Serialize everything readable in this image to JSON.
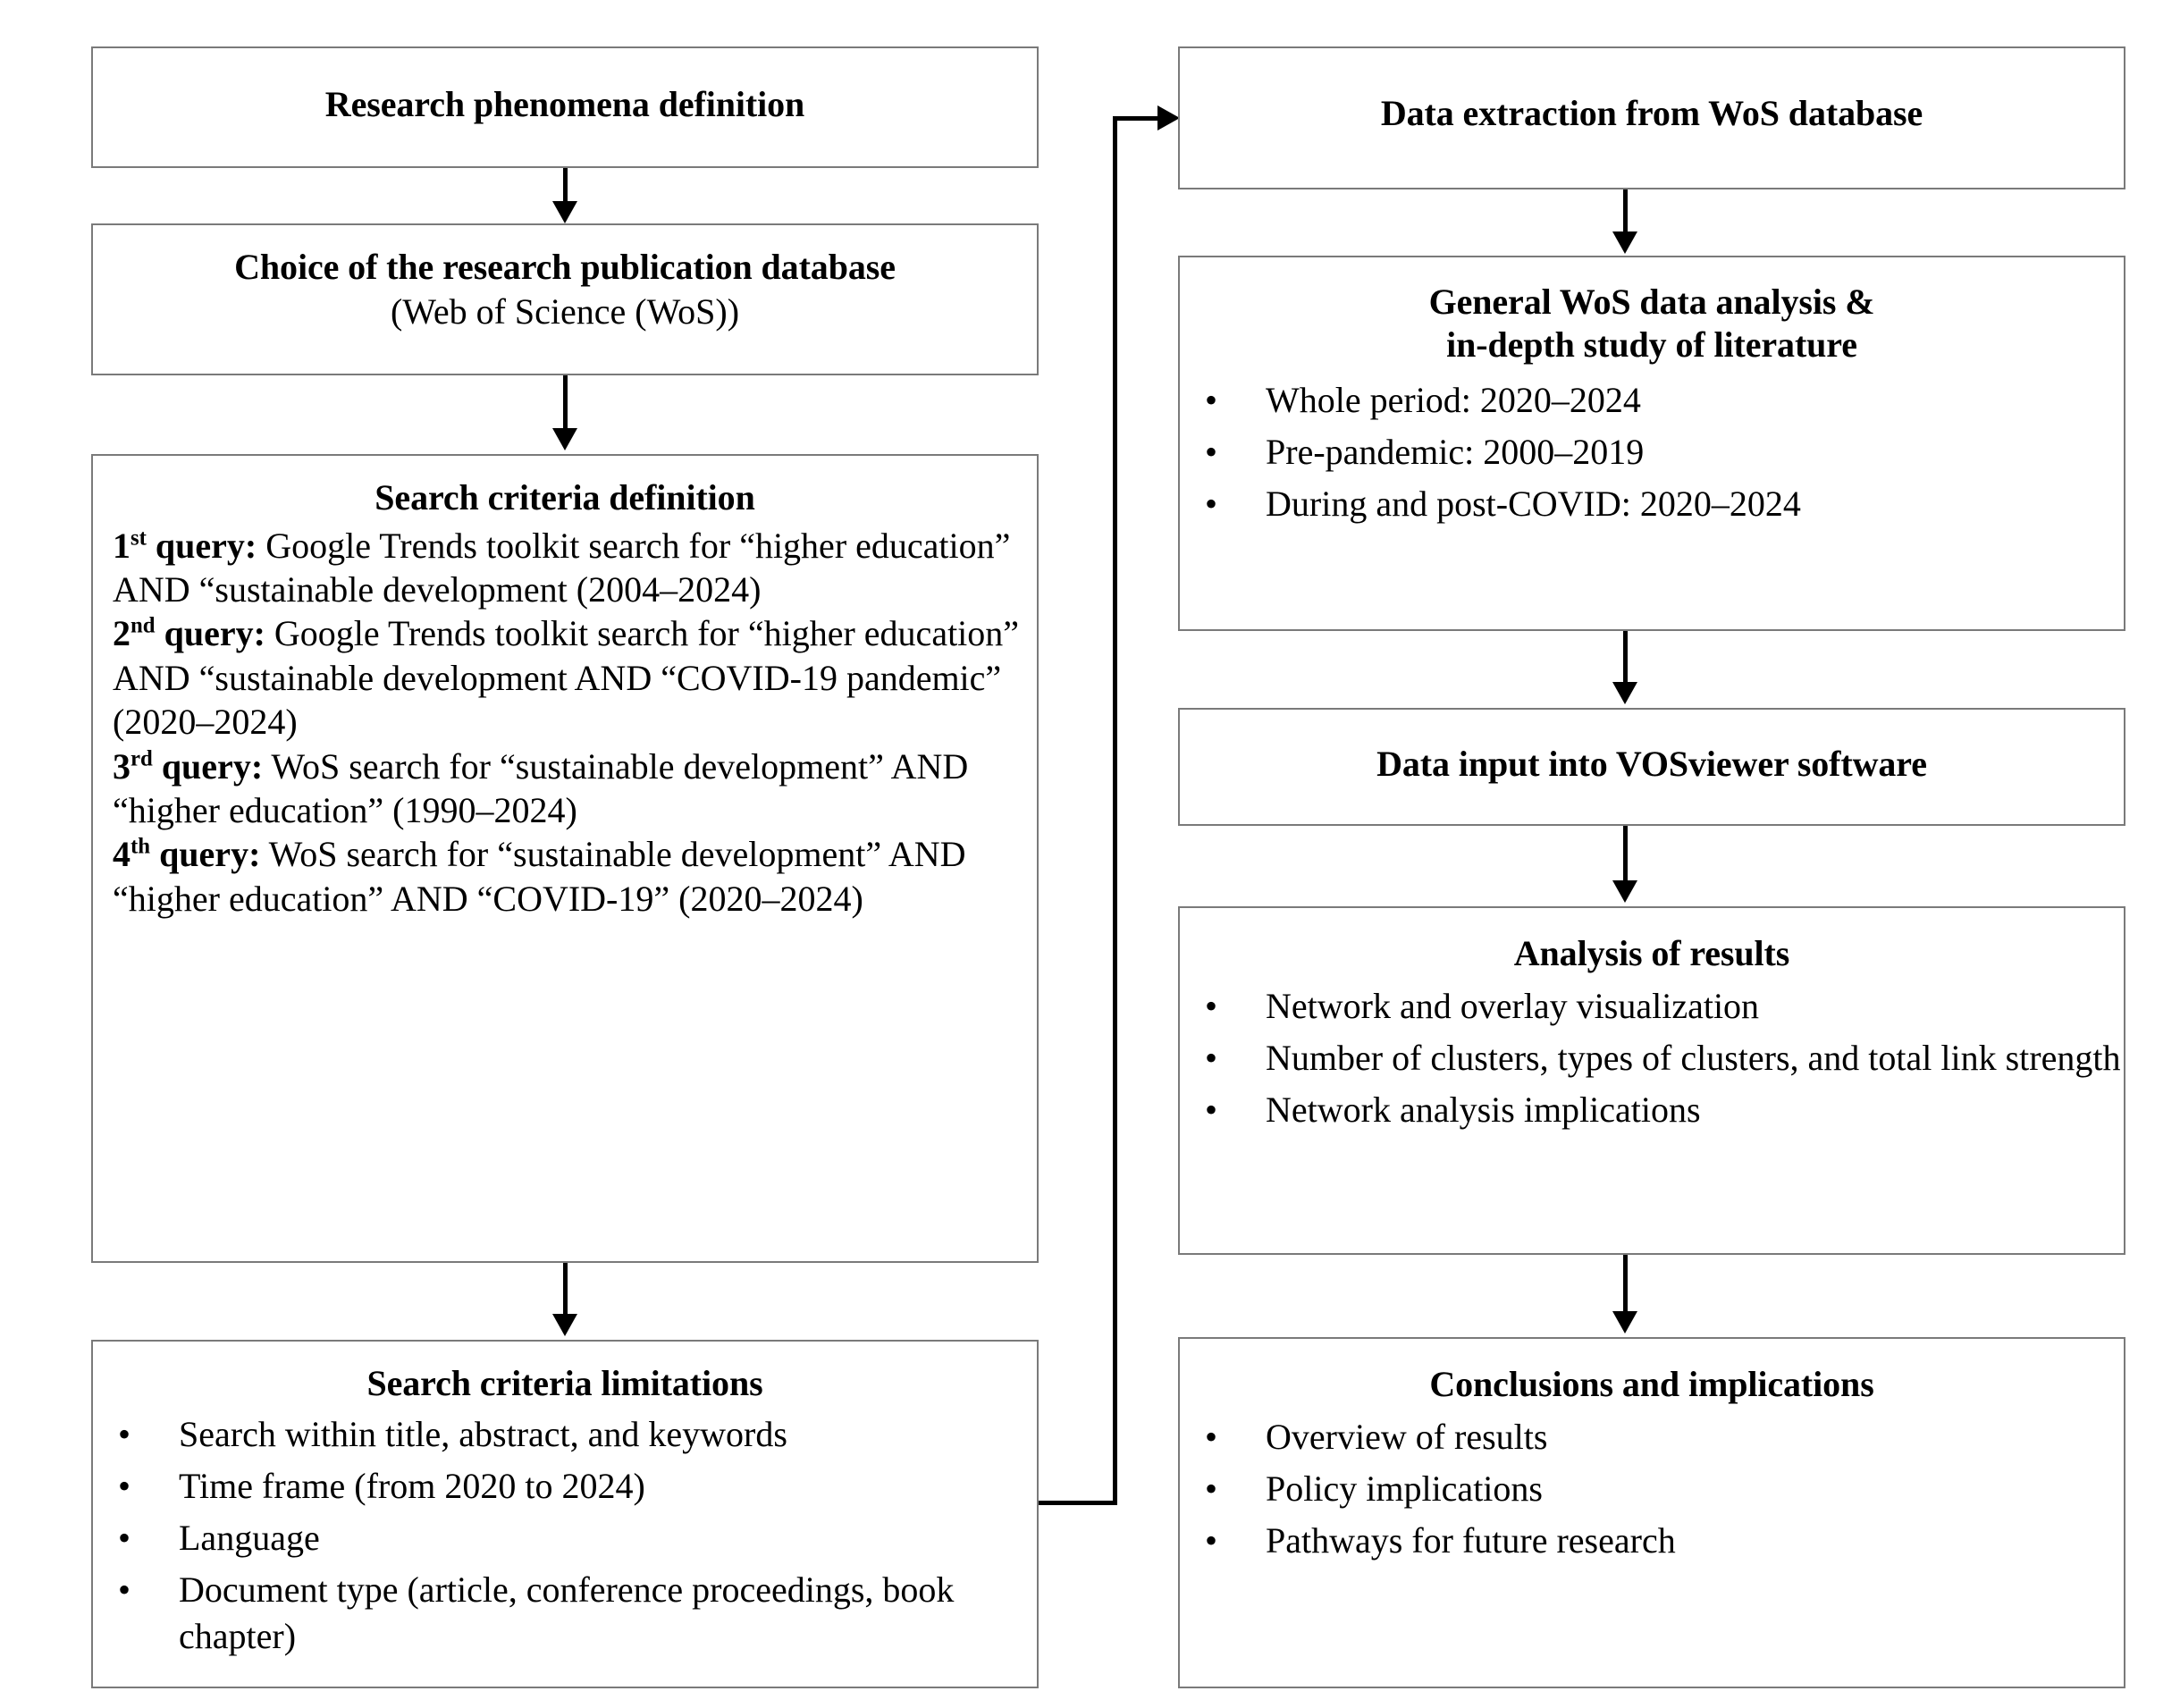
{
  "diagram": {
    "title": "Research methodology flowchart",
    "colors": {
      "box_border": "#7a7a7a",
      "arrow": "#000000",
      "background": "#ffffff",
      "text": "#000000"
    }
  },
  "left_column": {
    "box1": {
      "title": "Research phenomena definition"
    },
    "box2": {
      "title": "Choice of the research publication database",
      "subtitle": "(Web of Science (WoS))"
    },
    "box3": {
      "title": "Search criteria definition",
      "queries": [
        {
          "ordinal": "1",
          "ordinal_suffix": "st",
          "label": " query:",
          "text": " Google Trends toolkit search for “higher education” AND “sustainable development (2004–2024)"
        },
        {
          "ordinal": "2",
          "ordinal_suffix": "nd",
          "label": " query:",
          "text": " Google Trends toolkit search for “higher education” AND “sustainable development AND “COVID-19 pandemic” (2020–2024)"
        },
        {
          "ordinal": "3",
          "ordinal_suffix": "rd",
          "label": " query:",
          "text": " WoS search for “sustainable development” AND “higher education” (1990–2024)"
        },
        {
          "ordinal": "4",
          "ordinal_suffix": "th",
          "label": " query:",
          "text": " WoS search for “sustainable development” AND “higher education” AND “COVID-19” (2020–2024)"
        }
      ]
    },
    "box4": {
      "title": "Search criteria limitations",
      "bullet_glyph": "•",
      "items": [
        "Search within title, abstract, and keywords",
        "Time frame (from 2020 to 2024)",
        "Language",
        "Document type (article, conference proceedings, book chapter)"
      ]
    }
  },
  "right_column": {
    "box1": {
      "title": "Data extraction from WoS database"
    },
    "box2": {
      "title_line1": "General WoS data analysis &",
      "title_line2": "in-depth study of literature",
      "bullet_glyph": "•",
      "items": [
        "Whole period: 2020–2024",
        "Pre-pandemic: 2000–2019",
        "During and post-COVID: 2020–2024"
      ]
    },
    "box3": {
      "title": "Data input into VOSviewer software"
    },
    "box4": {
      "title": "Analysis of results",
      "bullet_glyph": "•",
      "items": [
        "Network and overlay visualization",
        "Number of clusters, types of clusters, and total link strength",
        "Network analysis implications"
      ]
    },
    "box5": {
      "title": "Conclusions and implications",
      "bullet_glyph": "•",
      "items": [
        "Overview of results",
        "Policy implications",
        "Pathways for future research"
      ]
    }
  }
}
